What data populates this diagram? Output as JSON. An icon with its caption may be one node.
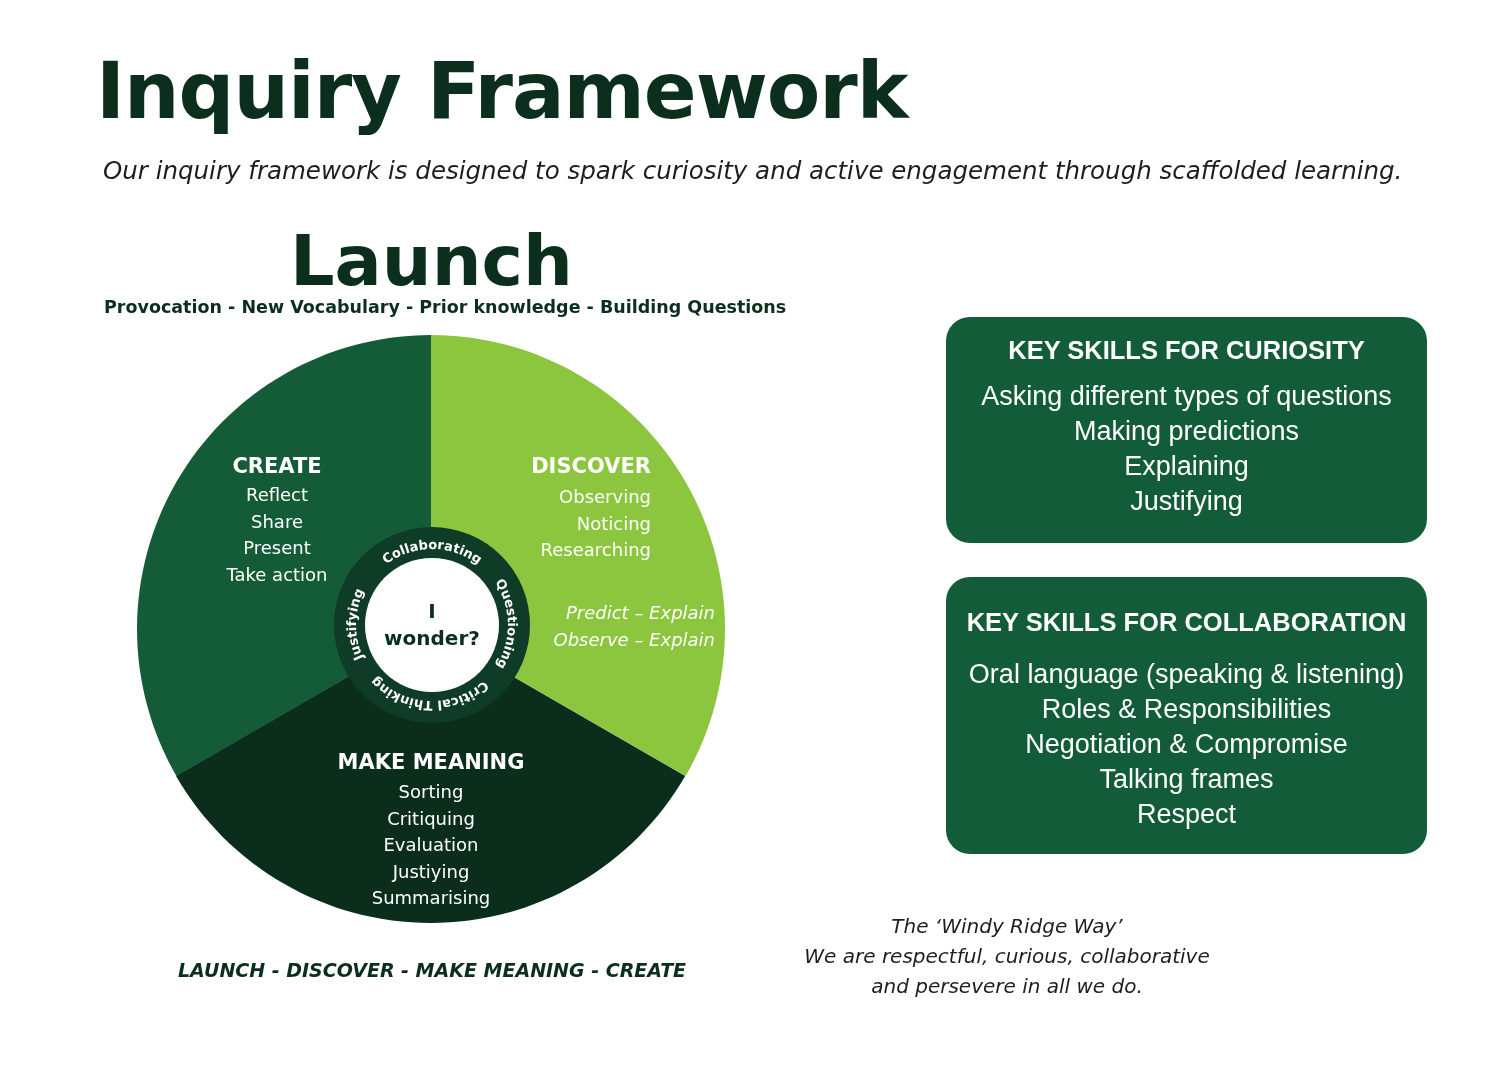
{
  "diagram": {
    "title": "Inquiry Framework",
    "nodes": [
      {
        "text": [
          "CREATE",
          "Reflect",
          "Share",
          "Present",
          "Take action"
        ]
      },
      {
        "text": [
          "DISCOVER",
          "Observing",
          "Noticing",
          "Researching",
          "Predict – Explain",
          "Observe – Explain"
        ]
      },
      {
        "text": [
          "Collaborating",
          "Questioning",
          "Critical Thinking",
          "Justifying"
        ]
      },
      {
        "text": [
          "I wonder?"
        ],
        "in": 2
      },
      {
        "text": [
          "MAKE MEANING",
          "Sorting",
          "Critiquing",
          "Evaluation",
          "Justiying",
          "Summarising"
        ]
      },
      {
        "text": [
          "KEY SKILLS FOR CURIOSITY",
          "Asking different types of questions",
          "Making predictions",
          "Explaining",
          "Justifying"
        ]
      },
      {
        "text": [
          "KEY SKILLS FOR COLLABORATION",
          "Oral language (speaking & listening)",
          "Roles & Responsibilities",
          "Negotiation & Compromise",
          "Talking frames",
          "Respect"
        ]
      }
    ],
    "labels": [
      "Our inquiry framework is designed to spark curiosity and active engagement through scaffolded learning.",
      "Launch",
      "Provocation - New Vocabulary - Prior knowledge - Building Questions",
      "LAUNCH - DISCOVER - MAKE MEANING - CREATE",
      "The ‘Windy Ridge Way’",
      "We are respectful, curious, collaborative and persevere in all we do."
    ]
  }
}
